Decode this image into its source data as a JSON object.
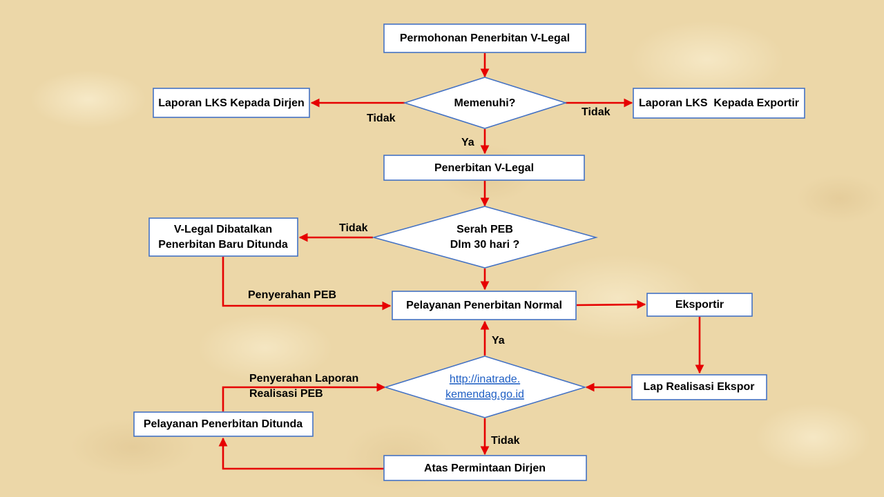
{
  "colors": {
    "box_border": "#4472c4",
    "box_fill": "#ffffff",
    "arrow": "#e60000",
    "link": "#1f5fc4",
    "background": "#ecd7a8"
  },
  "nodes": {
    "permohonan": "Permohonan Penerbitan V-Legal",
    "memenuhi": "Memenuhi?",
    "laporan_dirjen": "Laporan LKS Kepada Dirjen",
    "laporan_exportir": "Laporan LKS  Kepada Exportir",
    "penerbitan": "Penerbitan V-Legal",
    "serah_peb_line1": "Serah PEB",
    "serah_peb_line2": "Dlm 30 hari ?",
    "dibatalkan_line1": "V-Legal Dibatalkan",
    "dibatalkan_line2": "Penerbitan Baru Ditunda",
    "pelayanan_normal": "Pelayanan Penerbitan Normal",
    "eksportir": "Eksportir",
    "inatrade_line1": "http://inatrade.",
    "inatrade_line2": "kemendag.go.id",
    "lap_realisasi": "Lap Realisasi Ekspor",
    "pelayanan_ditunda": "Pelayanan Penerbitan Ditunda",
    "atas_permintaan": "Atas Permintaan Dirjen"
  },
  "edge_labels": {
    "tidak_left": "Tidak",
    "tidak_right": "Tidak",
    "ya_1": "Ya",
    "tidak_peb": "Tidak",
    "penyerahan_peb": "Penyerahan PEB",
    "ya_2": "Ya",
    "penyerahan_laporan_line1": "Penyerahan Laporan",
    "penyerahan_laporan_line2": "Realisasi PEB",
    "tidak_bottom": "Tidak"
  }
}
